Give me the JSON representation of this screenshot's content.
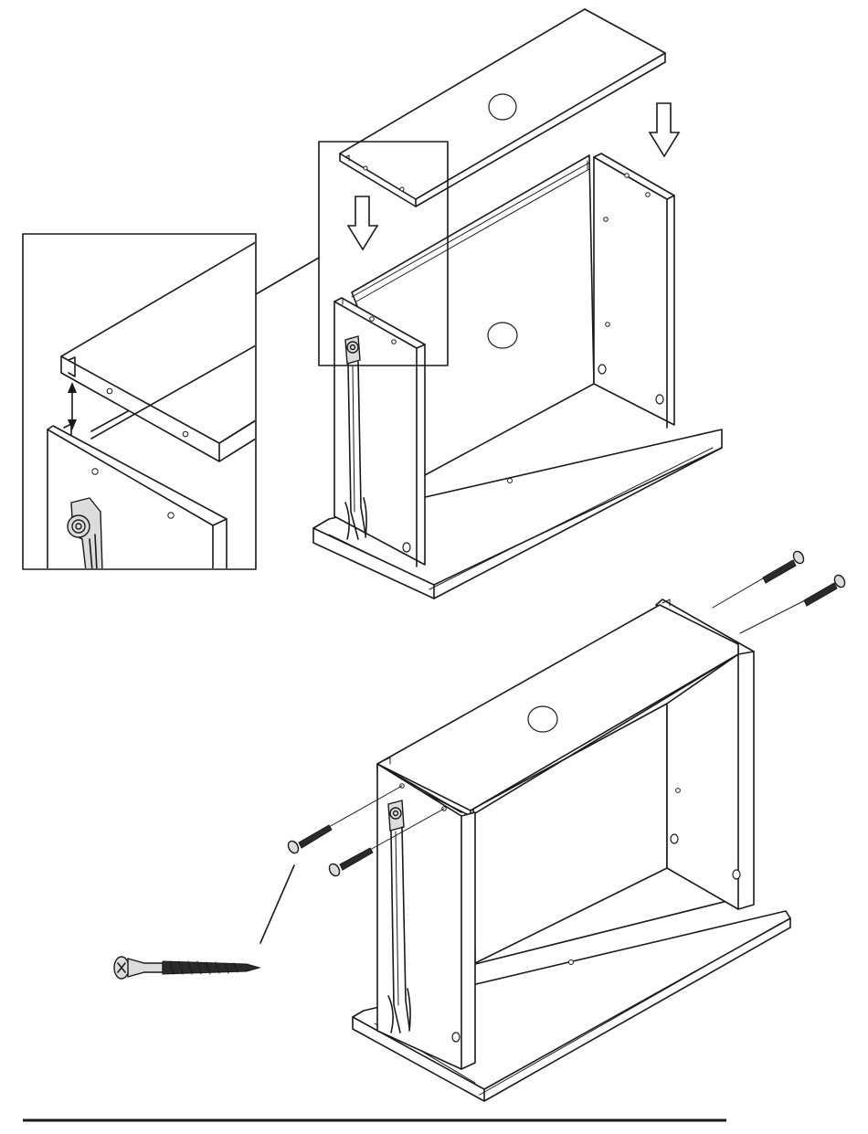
{
  "figure": {
    "colors": {
      "line": "#1a1a1a",
      "fill": "#ffffff",
      "metal": "#dcdcdc",
      "thread": "#2a2a2a"
    },
    "steps": [
      {
        "id": "step-insert-top-panel",
        "arrows": 2,
        "detail_callout": "groove-alignment-detail"
      },
      {
        "id": "step-drive-screws",
        "screws": 4,
        "detail_callout": "screw-enlarged-detail"
      }
    ]
  }
}
